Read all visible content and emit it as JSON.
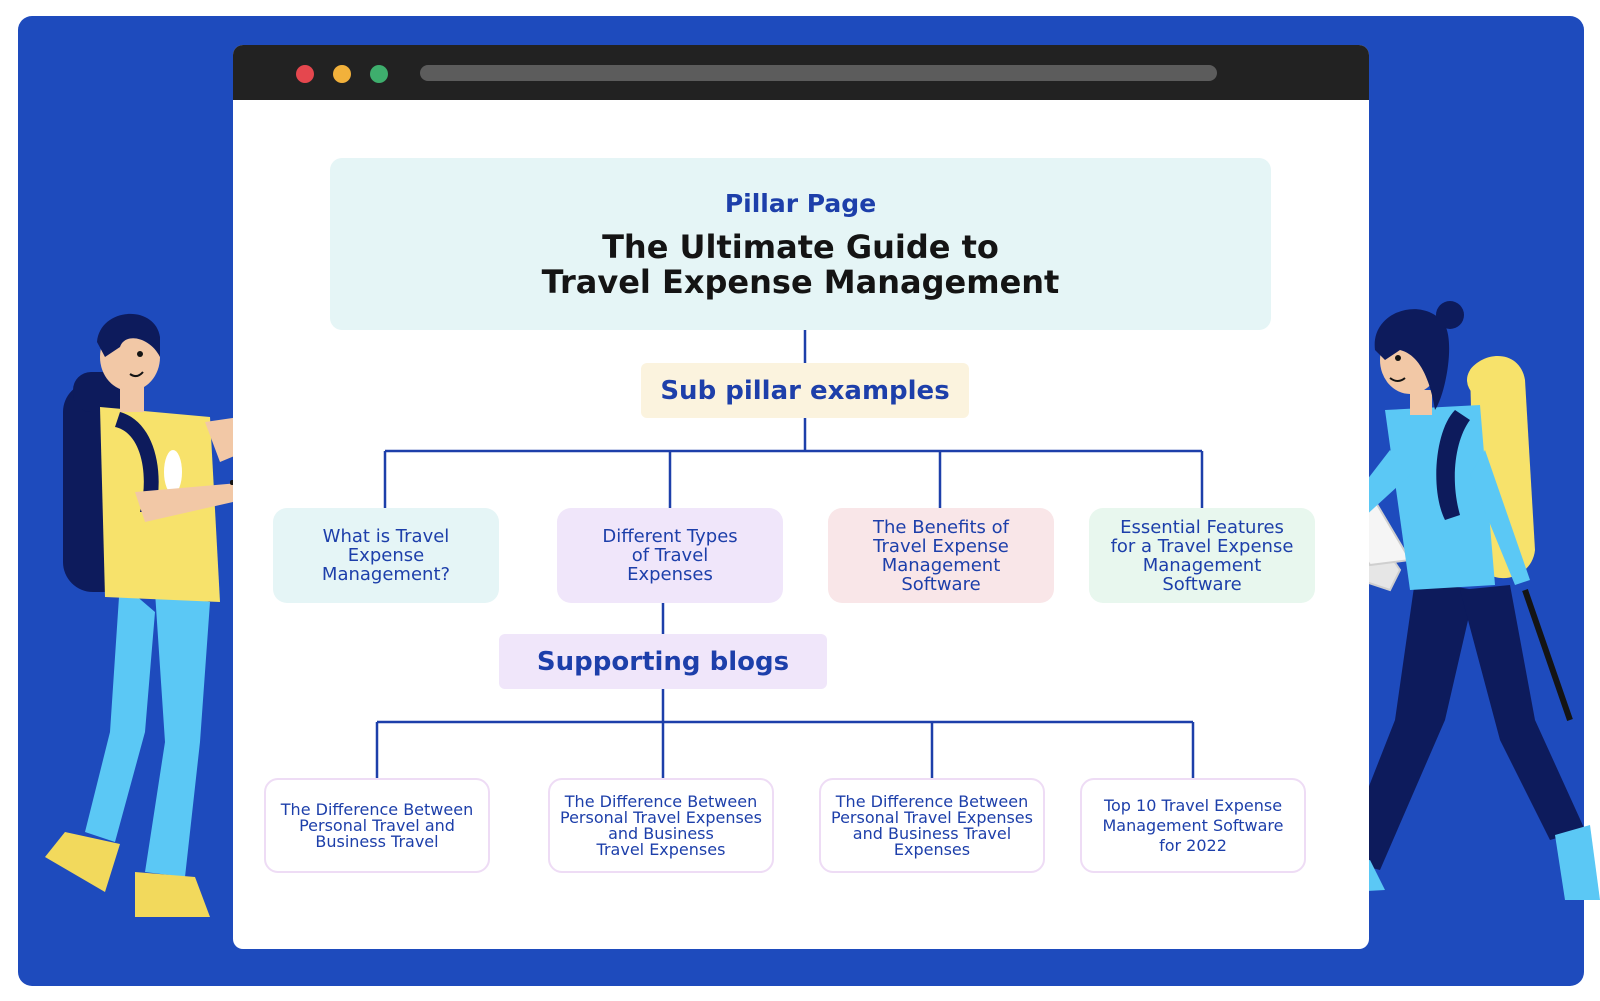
{
  "colors": {
    "background": "#1e4bbd",
    "connector": "#1d3faa",
    "text_blue": "#1d3faa",
    "pillar_fill": "#e5f5f6",
    "subpillar_label_fill": "#fbf3de",
    "supporting_label_fill": "#f0e6fa"
  },
  "pillar": {
    "label": "Pillar Page",
    "title": "The Ultimate Guide to\nTravel Expense Management"
  },
  "sub_pillar": {
    "label": "Sub pillar examples",
    "items": [
      "What is Travel\nExpense\nManagement?",
      "Different Types\nof Travel\nExpenses",
      "The Benefits of\nTravel Expense\nManagement\nSoftware",
      "Essential Features\nfor a Travel Expense\nManagement\nSoftware"
    ]
  },
  "supporting": {
    "label": "Supporting blogs",
    "items": [
      "The Difference Between\nPersonal Travel and\nBusiness Travel",
      "The Difference Between\nPersonal Travel Expenses\nand Business\nTravel Expenses",
      "The Difference Between\nPersonal Travel Expenses\nand Business Travel\nExpenses",
      "Top 10 Travel Expense\nManagement Software\nfor 2022"
    ]
  }
}
